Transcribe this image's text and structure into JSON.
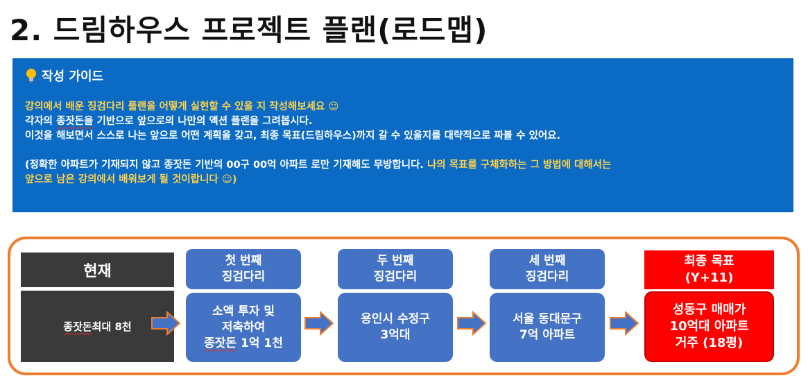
{
  "title": "2. 드림하우스 프로젝트 플랜(로드맵)",
  "guide": {
    "heading": "작성 가이드",
    "line1": "강의에서 배운 징검다리 플랜을 어떻게 실현할 수 있을 지 작성해보세요 ☺",
    "line2a": "각자의 ",
    "line2b": "종잣돈을",
    "line2c": " 기반으로 앞으로의 나만의 액션 플랜을 그려봅시다.",
    "line3": "이것을 해보면서 스스로 나는 앞으로 어떤 계획을 갖고, 최종 목표(드림하우스)까지 갈 수 있을지를 대략적으로 짜볼 수 있어요.",
    "line4a": "(정확한 아파트가 기재되지 않고 종잣돈 기반의 00구 00억 아파트 로만 기재해도 무방합니다. ",
    "line4b": "나의 목표를 구체화하는 그 방법에 대해서는",
    "line5": "앞으로 남은 강의에서 배워보게 될 것이랍니다 ☺)"
  },
  "roadmap": {
    "current": {
      "label": "현재",
      "value_a": "종잣돈",
      "value_b": " 최대 8천"
    },
    "step1": {
      "label_1": "첫 번째",
      "label_2": "징검다리",
      "desc_1": "소액 투자 및",
      "desc_2": "저축하여",
      "desc_3a": "종잣돈",
      "desc_3b": " 1억 1천"
    },
    "step2": {
      "label_1": "두 번째",
      "label_2": "징검다리",
      "desc_1": "용인시 수정구",
      "desc_2": "3억대"
    },
    "step3": {
      "label_1": "세 번째",
      "label_2": "징검다리",
      "desc_1": "서울 동대문구",
      "desc_2": "7억 아파트"
    },
    "final": {
      "label_1": "최종 목표",
      "label_2": "(Y+11)",
      "desc_1": "성동구 매매가",
      "desc_2": "10억대 아파트",
      "desc_3": "거주 (18평)"
    }
  },
  "colors": {
    "guide_bg": "#0a6ac4",
    "highlight": "#ffd24a",
    "frame": "#ed7d31",
    "step": "#4472c4",
    "current": "#3a3a3a",
    "final": "#ff0000"
  },
  "icons": [
    "lightbulb-icon",
    "arrow-right-icon"
  ]
}
